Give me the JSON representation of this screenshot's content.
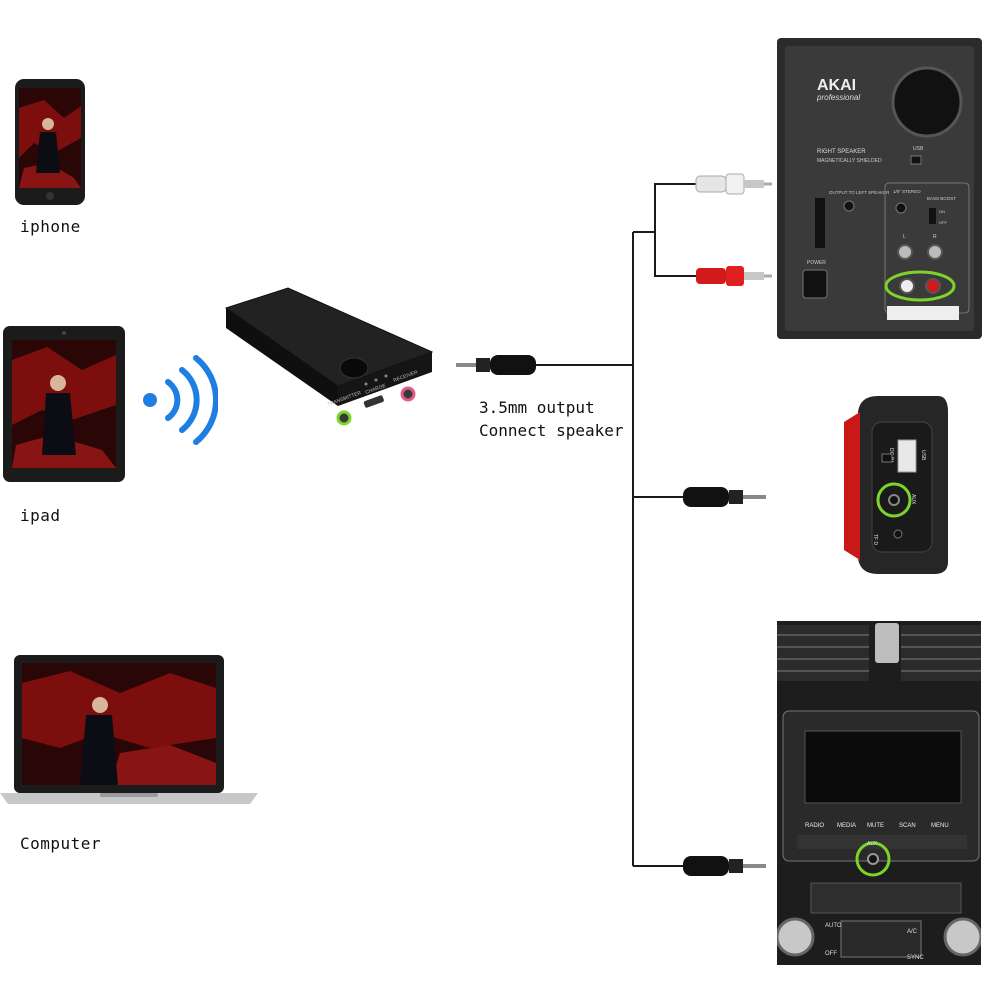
{
  "devices": {
    "iphone": {
      "label": "iphone"
    },
    "ipad": {
      "label": "ipad"
    },
    "computer": {
      "label": "Computer"
    }
  },
  "adapter": {
    "port_transmitter": "TRANSMITTER",
    "port_charge": "CHARGE",
    "port_receiver": "RECEIVER"
  },
  "output": {
    "line1": "3.5mm output",
    "line2": "Connect speaker"
  },
  "speaker_panel": {
    "brand": "AKAI",
    "brand_sub": "professional",
    "title": "RIGHT SPEAKER",
    "subtitle": "MAGNETICALLY SHIELDED",
    "output_label": "OUTPUT TO LEFT SPEAKER",
    "power_label": "POWER",
    "usb_label": "USB",
    "stereo_label": "1/8\" STEREO",
    "bass_label": "BASS BOOST",
    "on_label": "ON",
    "off_label": "OFF",
    "left_label": "L",
    "right_label": "R"
  },
  "portable_speaker": {
    "dc_label": "DC-IN",
    "usb_label": "USB",
    "aux_label": "AUX",
    "tf_label": "TF D"
  },
  "car_radio": {
    "buttons": [
      "RADIO",
      "MEDIA",
      "MUTE",
      "SCAN",
      "MENU"
    ],
    "aux_label": "AUX",
    "auto_label": "AUTO",
    "off_label": "OFF",
    "ac_label": "A/C",
    "sync_label": "SYNC"
  },
  "colors": {
    "cable": "#1a1a1a",
    "highlight": "#7CD42B",
    "bluetooth_blue": "#1f7fe0",
    "rca_red": "#d11a1a"
  }
}
